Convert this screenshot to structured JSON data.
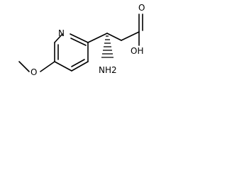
{
  "molecule": {
    "atoms": {
      "ring_nitrogen": "N",
      "ether_oxygen": "O",
      "carbonyl_oxygen": "O",
      "hydroxyl": "OH",
      "amine": "NH2"
    }
  },
  "colors": {
    "bond": "#000000",
    "text": "#000000",
    "background": "#ffffff"
  }
}
